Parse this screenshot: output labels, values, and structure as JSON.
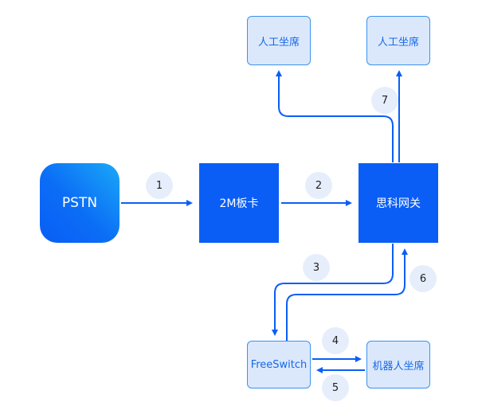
{
  "diagram": {
    "colors": {
      "primary": "#0a5ef5",
      "light_fill": "#dbe8fc",
      "light_border": "#3a93ee",
      "badge_fill": "#e6eefc"
    },
    "nodes": {
      "pstn": "PSTN",
      "board": "2M板卡",
      "gateway": "思科网关",
      "agent_left": "人工坐席",
      "agent_right": "人工坐席",
      "freeswitch": "FreeSwitch",
      "robot": "机器人坐席"
    },
    "steps": [
      "1",
      "2",
      "3",
      "4",
      "5",
      "6",
      "7"
    ],
    "edges": [
      {
        "from": "PSTN",
        "to": "2M板卡",
        "step": "1"
      },
      {
        "from": "2M板卡",
        "to": "思科网关",
        "step": "2"
      },
      {
        "from": "思科网关",
        "to": "FreeSwitch",
        "step": "3"
      },
      {
        "from": "FreeSwitch",
        "to": "机器人坐席",
        "step": "4"
      },
      {
        "from": "机器人坐席",
        "to": "FreeSwitch",
        "step": "5"
      },
      {
        "from": "FreeSwitch",
        "to": "思科网关",
        "step": "6"
      },
      {
        "from": "思科网关",
        "to": "人工坐席",
        "step": "7"
      }
    ]
  }
}
